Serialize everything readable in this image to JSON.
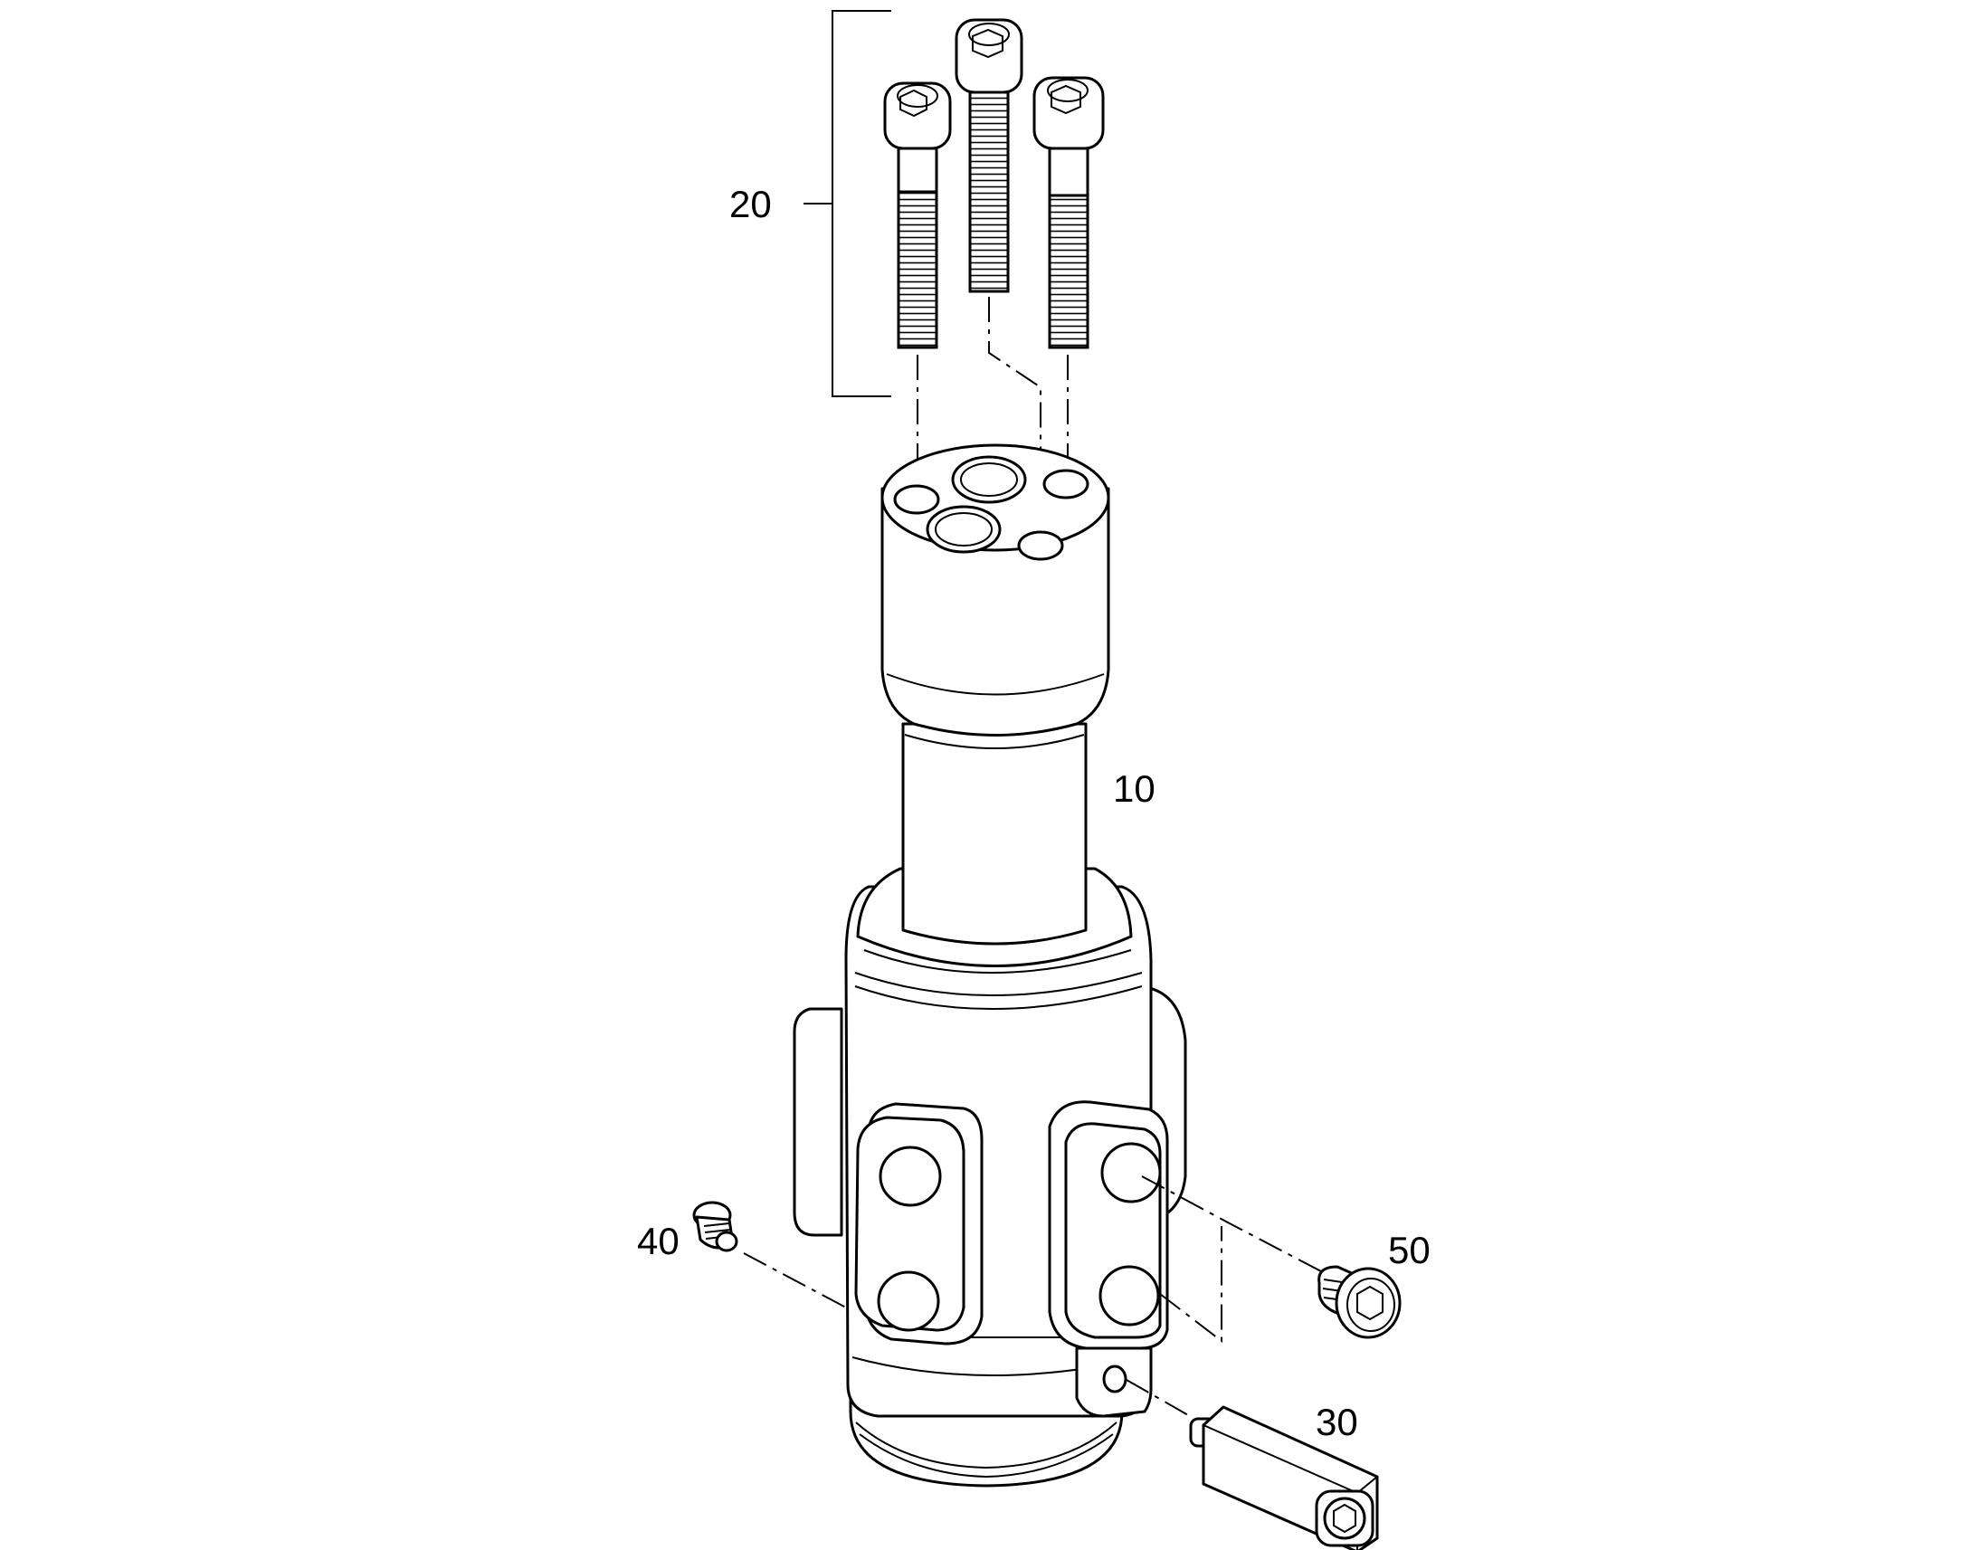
{
  "callouts": {
    "c10": "10",
    "c20": "20",
    "c30": "30",
    "c40": "40",
    "c50": "50"
  },
  "colors": {
    "line": "#000000",
    "background": "#ffffff"
  }
}
